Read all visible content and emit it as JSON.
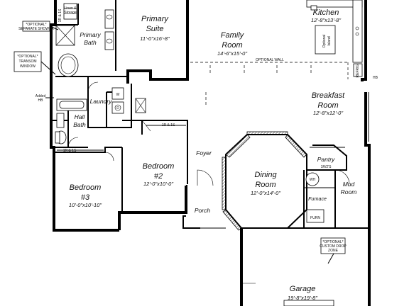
{
  "rooms": {
    "primary_suite": {
      "name1": "Primary",
      "name2": "Suite",
      "dims": "11'-0\"x16'-8\""
    },
    "family_room": {
      "name1": "Family",
      "name2": "Room",
      "dims": "14'-6\"x15'-0\""
    },
    "kitchen": {
      "name": "Kitchen",
      "dims": "12'-8\"x13'-8\""
    },
    "breakfast_room": {
      "name1": "Breakfast",
      "name2": "Room",
      "dims": "12'-8\"x12'-0\""
    },
    "primary_bath": {
      "name1": "Primary",
      "name2": "Bath"
    },
    "laundry": {
      "name": "Laundry"
    },
    "hall_bath": {
      "name1": "Hall",
      "name2": "Bath"
    },
    "bedroom2": {
      "name1": "Bedroom",
      "name2": "#2",
      "dims": "12'-0\"x10'-0\""
    },
    "bedroom3": {
      "name1": "Bedroom",
      "name2": "#3",
      "dims": "10'-0\"x10'-10\""
    },
    "foyer": {
      "name": "Foyer"
    },
    "porch": {
      "name": "Porch"
    },
    "dining_room": {
      "name1": "Dining",
      "name2": "Room",
      "dims": "12'-0\"x14'-0\""
    },
    "pantry": {
      "name": "Pantry"
    },
    "mud_room": {
      "name1": "Mud",
      "name2": "Room"
    },
    "furnace": {
      "name": "Furnace"
    },
    "garage": {
      "name": "Garage",
      "dims": "19'-8\"x19'-8\""
    }
  },
  "notes": {
    "linen_storage_1": "Linen &",
    "linen_storage_2": "Storage",
    "separate_shower_1": "*OPTIONAL*",
    "separate_shower_2": "SEPARATE SHOWER",
    "transom_1": "*OPTIONAL*",
    "transom_2": "TRANSOM",
    "transom_3": "WINDOW",
    "added_hb_1": "Added",
    "added_hb_2": "HB",
    "optional_island_1": "Optional",
    "optional_island_2": "Island",
    "custom_drop_1": "*OPTIONAL*",
    "custom_drop_2": "CUSTOM DROP",
    "custom_drop_3": "ZONE",
    "hb_right": "HB",
    "shelf1": "1R & 1S",
    "shelf2": "1R & 1S",
    "shelf3": "1R & 1S",
    "pantry_shelf": "1R/2'S",
    "wh": "WH",
    "furn": "FURN",
    "w": "W",
    "d": "D",
    "refrig": "REFRIG",
    "optional_wall": "OPTIONAL WALL"
  }
}
